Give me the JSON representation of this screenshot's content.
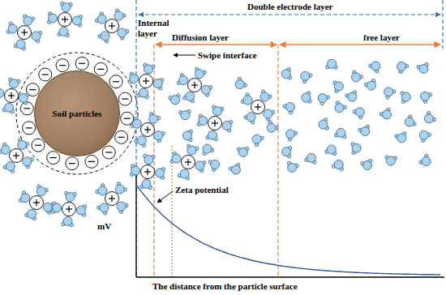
{
  "diagram": {
    "nodes": [
      {
        "text": [
          "Soil particles"
        ]
      }
    ],
    "labels": [
      "Double electrode layer",
      "Internal layer",
      "Diffusion layer",
      "free layer",
      "Swipe interface",
      "Zeta potential",
      "mV",
      "The distance from the particle surface"
    ]
  }
}
